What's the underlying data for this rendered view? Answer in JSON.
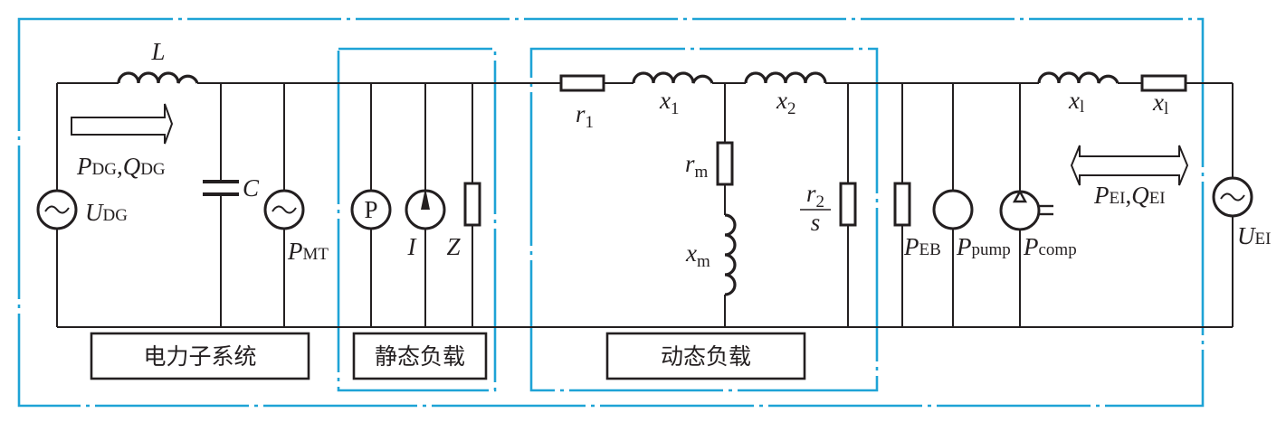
{
  "title": "Electric subsystem equivalent circuit",
  "colors": {
    "frame": "#1ea3d6",
    "line": "#231f20"
  },
  "groups": {
    "electric_subsystem": "电力子系统",
    "static_load": "静态负载",
    "dynamic_load": "动态负载"
  },
  "labels": {
    "L": "L",
    "C": "C",
    "P_DG_Q_DG": {
      "p": "P",
      "p_sub": "DG",
      "sep": ",",
      "q": "Q",
      "q_sub": "DG"
    },
    "U_DG": {
      "main": "U",
      "sub": "DG"
    },
    "P_MT": {
      "main": "P",
      "sub": "MT"
    },
    "static_P": "P",
    "I": "I",
    "Z": "Z",
    "r1": {
      "main": "r",
      "sub": "1"
    },
    "x1": {
      "main": "x",
      "sub": "1"
    },
    "x2": {
      "main": "x",
      "sub": "2"
    },
    "rm": {
      "main": "r",
      "sub": "m"
    },
    "xm": {
      "main": "x",
      "sub": "m"
    },
    "r2_over_s": {
      "num": "r",
      "num_sub": "2",
      "den": "s"
    },
    "P_EB": {
      "main": "P",
      "sub": "EB"
    },
    "P_pump": {
      "main": "P",
      "sub": "pump"
    },
    "P_comp": {
      "main": "P",
      "sub": "comp"
    },
    "xl_inductor": {
      "main": "x",
      "sub": "l"
    },
    "xl_resistor": {
      "main": "x",
      "sub": "l"
    },
    "P_EI_Q_EI": {
      "p": "P",
      "p_sub": "EI",
      "sep": ",",
      "q": "Q",
      "q_sub": "EI"
    },
    "U_EI": {
      "main": "U",
      "sub": "EI"
    }
  }
}
